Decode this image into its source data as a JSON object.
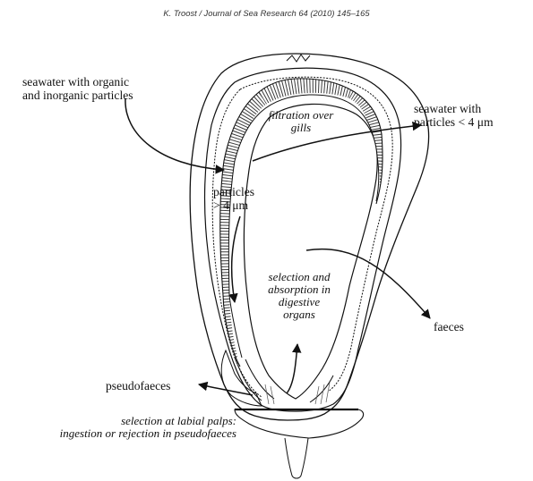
{
  "header": {
    "citation": "K. Troost / Journal of Sea Research 64 (2010) 145–165"
  },
  "diagram": {
    "subject": "oyster cross-section",
    "labels": {
      "seawater_in_line1": "seawater with organic",
      "seawater_in_line2": "and inorganic particles",
      "seawater_out_line1": "seawater with",
      "seawater_out_line2": "particles < 4 μm",
      "filtration_line1": "filtration over",
      "filtration_line2": "gills",
      "particles_line1": "particles",
      "particles_line2": "> 4 μm",
      "selection_line1": "selection and",
      "selection_line2": "absorption in",
      "selection_line3": "digestive",
      "selection_line4": "organs",
      "faeces": "faeces",
      "pseudofaeces": "pseudofaeces",
      "palps_line1": "selection at labial palps:",
      "palps_line2": "ingestion or rejection in pseudofaeces"
    },
    "colors": {
      "ink": "#111111",
      "background": "#ffffff",
      "hatch": "#3a3a3a"
    }
  }
}
